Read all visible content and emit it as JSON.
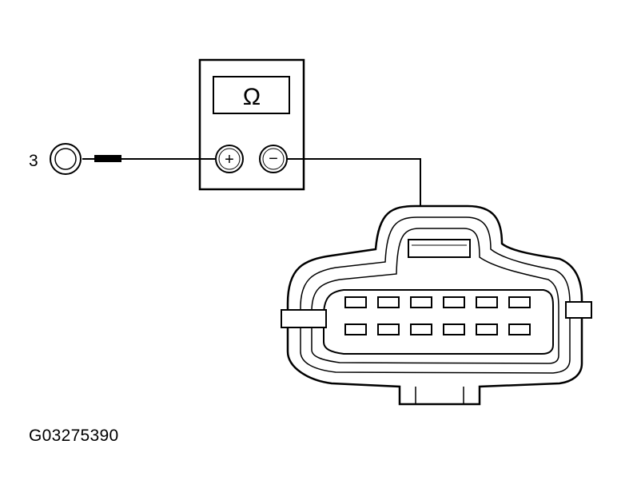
{
  "meter": {
    "symbol": "Ω",
    "positive_label": "+",
    "negative_label": "−"
  },
  "ground_point": {
    "callout": "3"
  },
  "figure_id": "G03275390",
  "colors": {
    "stroke": "#000000",
    "background": "#ffffff",
    "pin_fill": "#ffffff"
  },
  "connector": {
    "pin_rows": 2,
    "pins_per_row": 6,
    "probed_pin": {
      "row": 1,
      "column": 3
    }
  }
}
